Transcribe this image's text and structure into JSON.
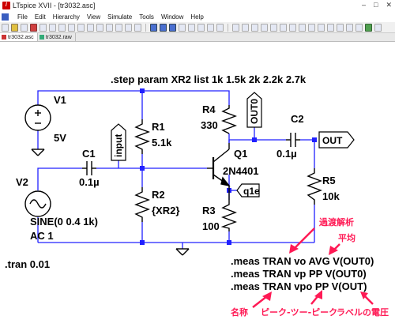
{
  "window": {
    "title": "LTspice XVII - [tr3032.asc]",
    "icon": "ltspice-logo-icon"
  },
  "menu": [
    "File",
    "Edit",
    "Hierarchy",
    "View",
    "Simulate",
    "Tools",
    "Window",
    "Help"
  ],
  "tabs": [
    {
      "label": "tr3032.asc",
      "icon": "schematic-icon",
      "active": true
    },
    {
      "label": "tr3032.raw",
      "icon": "waveform-icon",
      "active": false
    }
  ],
  "schematic": {
    "step_directive": ".step param XR2 list 1k 1.5k 2k 2.2k   2.7k",
    "tran_directive": ".tran 0.01",
    "components": {
      "v1": {
        "name": "V1",
        "value": "5V"
      },
      "v2": {
        "name": "V2",
        "value1": "SINE(0 0.4 1k)",
        "value2": "AC 1"
      },
      "r1": {
        "name": "R1",
        "value": "5.1k"
      },
      "r2": {
        "name": "R2",
        "value": "{XR2}"
      },
      "r3": {
        "name": "R3",
        "value": "100"
      },
      "r4": {
        "name": "R4",
        "value": "330"
      },
      "r5": {
        "name": "R5",
        "value": "10k"
      },
      "c1": {
        "name": "C1",
        "value": "0.1µ"
      },
      "c2": {
        "name": "C2",
        "value": "0.1µ"
      },
      "q1": {
        "name": "Q1",
        "value": "2N4401"
      }
    },
    "net_labels": {
      "input": "input",
      "out0": "OUT0",
      "out": "OUT",
      "q1e": "q1e"
    },
    "meas_directives": [
      ".meas TRAN vo AVG V(OUT0)",
      ".meas TRAN vp PP V(OUT0)",
      ".meas TRAN vpo PP V(OUT)"
    ],
    "annotations": {
      "transient": "過渡解析",
      "average": "平均",
      "name": "名称",
      "peak_to_peak": "ピーク-ツー-ピーク",
      "label_voltage": "ラベルの電圧"
    },
    "colors": {
      "wire": "#2020ff",
      "component": "#000000",
      "annotation": "#ff1a55"
    }
  }
}
